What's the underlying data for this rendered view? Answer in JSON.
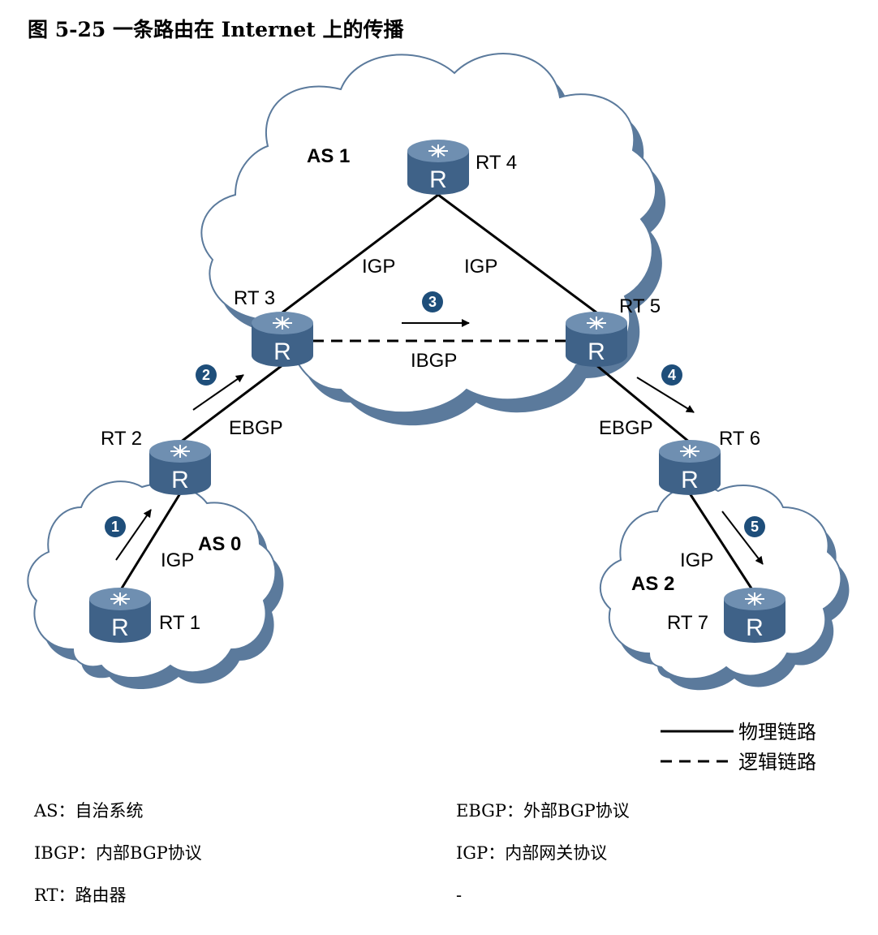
{
  "figure": {
    "title": "图 5-25 一条路由在 Internet 上的传播"
  },
  "autonomous_systems": [
    {
      "id": "as0",
      "label": "AS 0"
    },
    {
      "id": "as1",
      "label": "AS 1"
    },
    {
      "id": "as2",
      "label": "AS 2"
    }
  ],
  "routers": [
    {
      "id": "rt1",
      "label": "RT 1",
      "letter": "R"
    },
    {
      "id": "rt2",
      "label": "RT 2",
      "letter": "R"
    },
    {
      "id": "rt3",
      "label": "RT 3",
      "letter": "R"
    },
    {
      "id": "rt4",
      "label": "RT 4",
      "letter": "R"
    },
    {
      "id": "rt5",
      "label": "RT 5",
      "letter": "R"
    },
    {
      "id": "rt6",
      "label": "RT 6",
      "letter": "R"
    },
    {
      "id": "rt7",
      "label": "RT 7",
      "letter": "R"
    }
  ],
  "links": [
    {
      "from": "rt1",
      "to": "rt2",
      "protocol": "IGP",
      "style": "physical"
    },
    {
      "from": "rt2",
      "to": "rt3",
      "protocol": "EBGP",
      "style": "physical"
    },
    {
      "from": "rt3",
      "to": "rt4",
      "protocol": "IGP",
      "style": "physical"
    },
    {
      "from": "rt4",
      "to": "rt5",
      "protocol": "IGP",
      "style": "physical"
    },
    {
      "from": "rt3",
      "to": "rt5",
      "protocol": "IBGP",
      "style": "logical"
    },
    {
      "from": "rt5",
      "to": "rt6",
      "protocol": "EBGP",
      "style": "physical"
    },
    {
      "from": "rt6",
      "to": "rt7",
      "protocol": "IGP",
      "style": "physical"
    }
  ],
  "steps": [
    "1",
    "2",
    "3",
    "4",
    "5"
  ],
  "legend": {
    "physical": "物理链路",
    "logical": "逻辑链路"
  },
  "glossary": [
    {
      "term": "AS",
      "definition": "自治系统",
      "text": "AS：自治系统"
    },
    {
      "term": "EBGP",
      "definition": "外部BGP协议",
      "text": "EBGP：外部BGP协议"
    },
    {
      "term": "IBGP",
      "definition": "内部BGP协议",
      "text": "IBGP：内部BGP协议"
    },
    {
      "term": "IGP",
      "definition": "内部网关协议",
      "text": "IGP：内部网关协议"
    },
    {
      "term": "RT",
      "definition": "路由器",
      "text": "RT：路由器"
    },
    {
      "term": "",
      "definition": "",
      "text": "-"
    }
  ],
  "colors": {
    "cloud_fill": "#ffffff",
    "cloud_outline": "#5b7a9c",
    "router_body": "#3f6288",
    "router_top": "#6f8fb1",
    "step_badge": "#1e4e7a",
    "line": "#000000"
  }
}
